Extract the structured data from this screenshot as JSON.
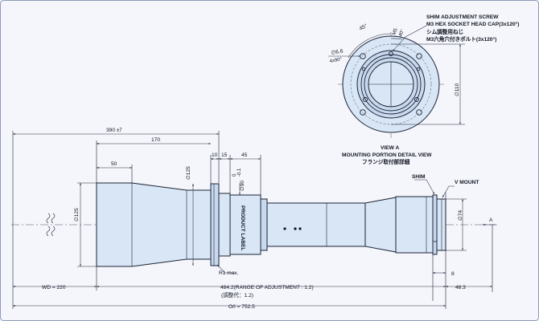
{
  "side_view": {
    "dims": {
      "overall_partial": "390",
      "overall_partial_sub": "±7",
      "d170": "170",
      "d10": "10",
      "d15": "15",
      "d45": "45",
      "d50": "50",
      "dia125_top": "∅125",
      "dia125_left": "∅125",
      "dia90": "∅90",
      "dia90_tol_top": "0",
      "dia90_tol_bot": "-0.1",
      "dia74": "∅74",
      "d8": "8",
      "wd": "WD = 220",
      "adjust": "484.2(RANGE OF ADJUSTMENT : 1.2)",
      "adjust_jp": "(調整代：1.2)",
      "oi": "O/I = 752.5",
      "d48": "48.3"
    },
    "labels": {
      "product_label": "PRODUCT LABEL",
      "r1": "R1 max.",
      "shim": "SHIM",
      "v_mount": "V MOUNT",
      "view_arrow": "A"
    }
  },
  "view_a": {
    "callout": {
      "line1": "SHIM ADJUSTMENT SCREW",
      "line2": "M3 HEX SOCKET HEAD CAP(3x120°)",
      "line3": "シム調整用ねじ",
      "line4": "M3六角穴付きボルト(3x120°)"
    },
    "dims": {
      "angle45": "45°",
      "m5": "M5",
      "angle40": "40°",
      "hole_dia": "∅6.6",
      "hole_count": "4x90°",
      "dia110": "∅110"
    },
    "title": {
      "line1": "VIEW A",
      "line2": "MOUNTING PORTION DETAIL VIEW",
      "line3": "フランジ取付部詳細"
    }
  }
}
